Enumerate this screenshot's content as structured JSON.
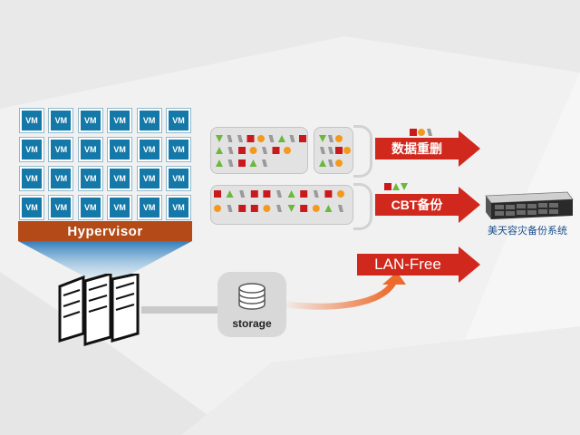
{
  "vm_label": "VM",
  "vm_count": 24,
  "hypervisor_label": "Hypervisor",
  "storage_label": "storage",
  "arrows": {
    "dedup": "数据重删",
    "cbt": "CBT备份",
    "lanfree": "LAN-Free"
  },
  "appliance_caption": "美天容灾备份系统",
  "colors": {
    "vm_blue": "#1479a8",
    "hypervisor": "#b34a17",
    "arrow_red": "#d0281c",
    "arrow_orange": "#ec6a2a",
    "red_block": "#c8191d",
    "orange_dot": "#f39a1e",
    "green_tri": "#6bb83a",
    "gray_slant": "#9a9a9a",
    "caption_blue": "#1a4e8c"
  },
  "icons": [
    "server-rack-icon",
    "database-icon",
    "backup-appliance-icon"
  ]
}
